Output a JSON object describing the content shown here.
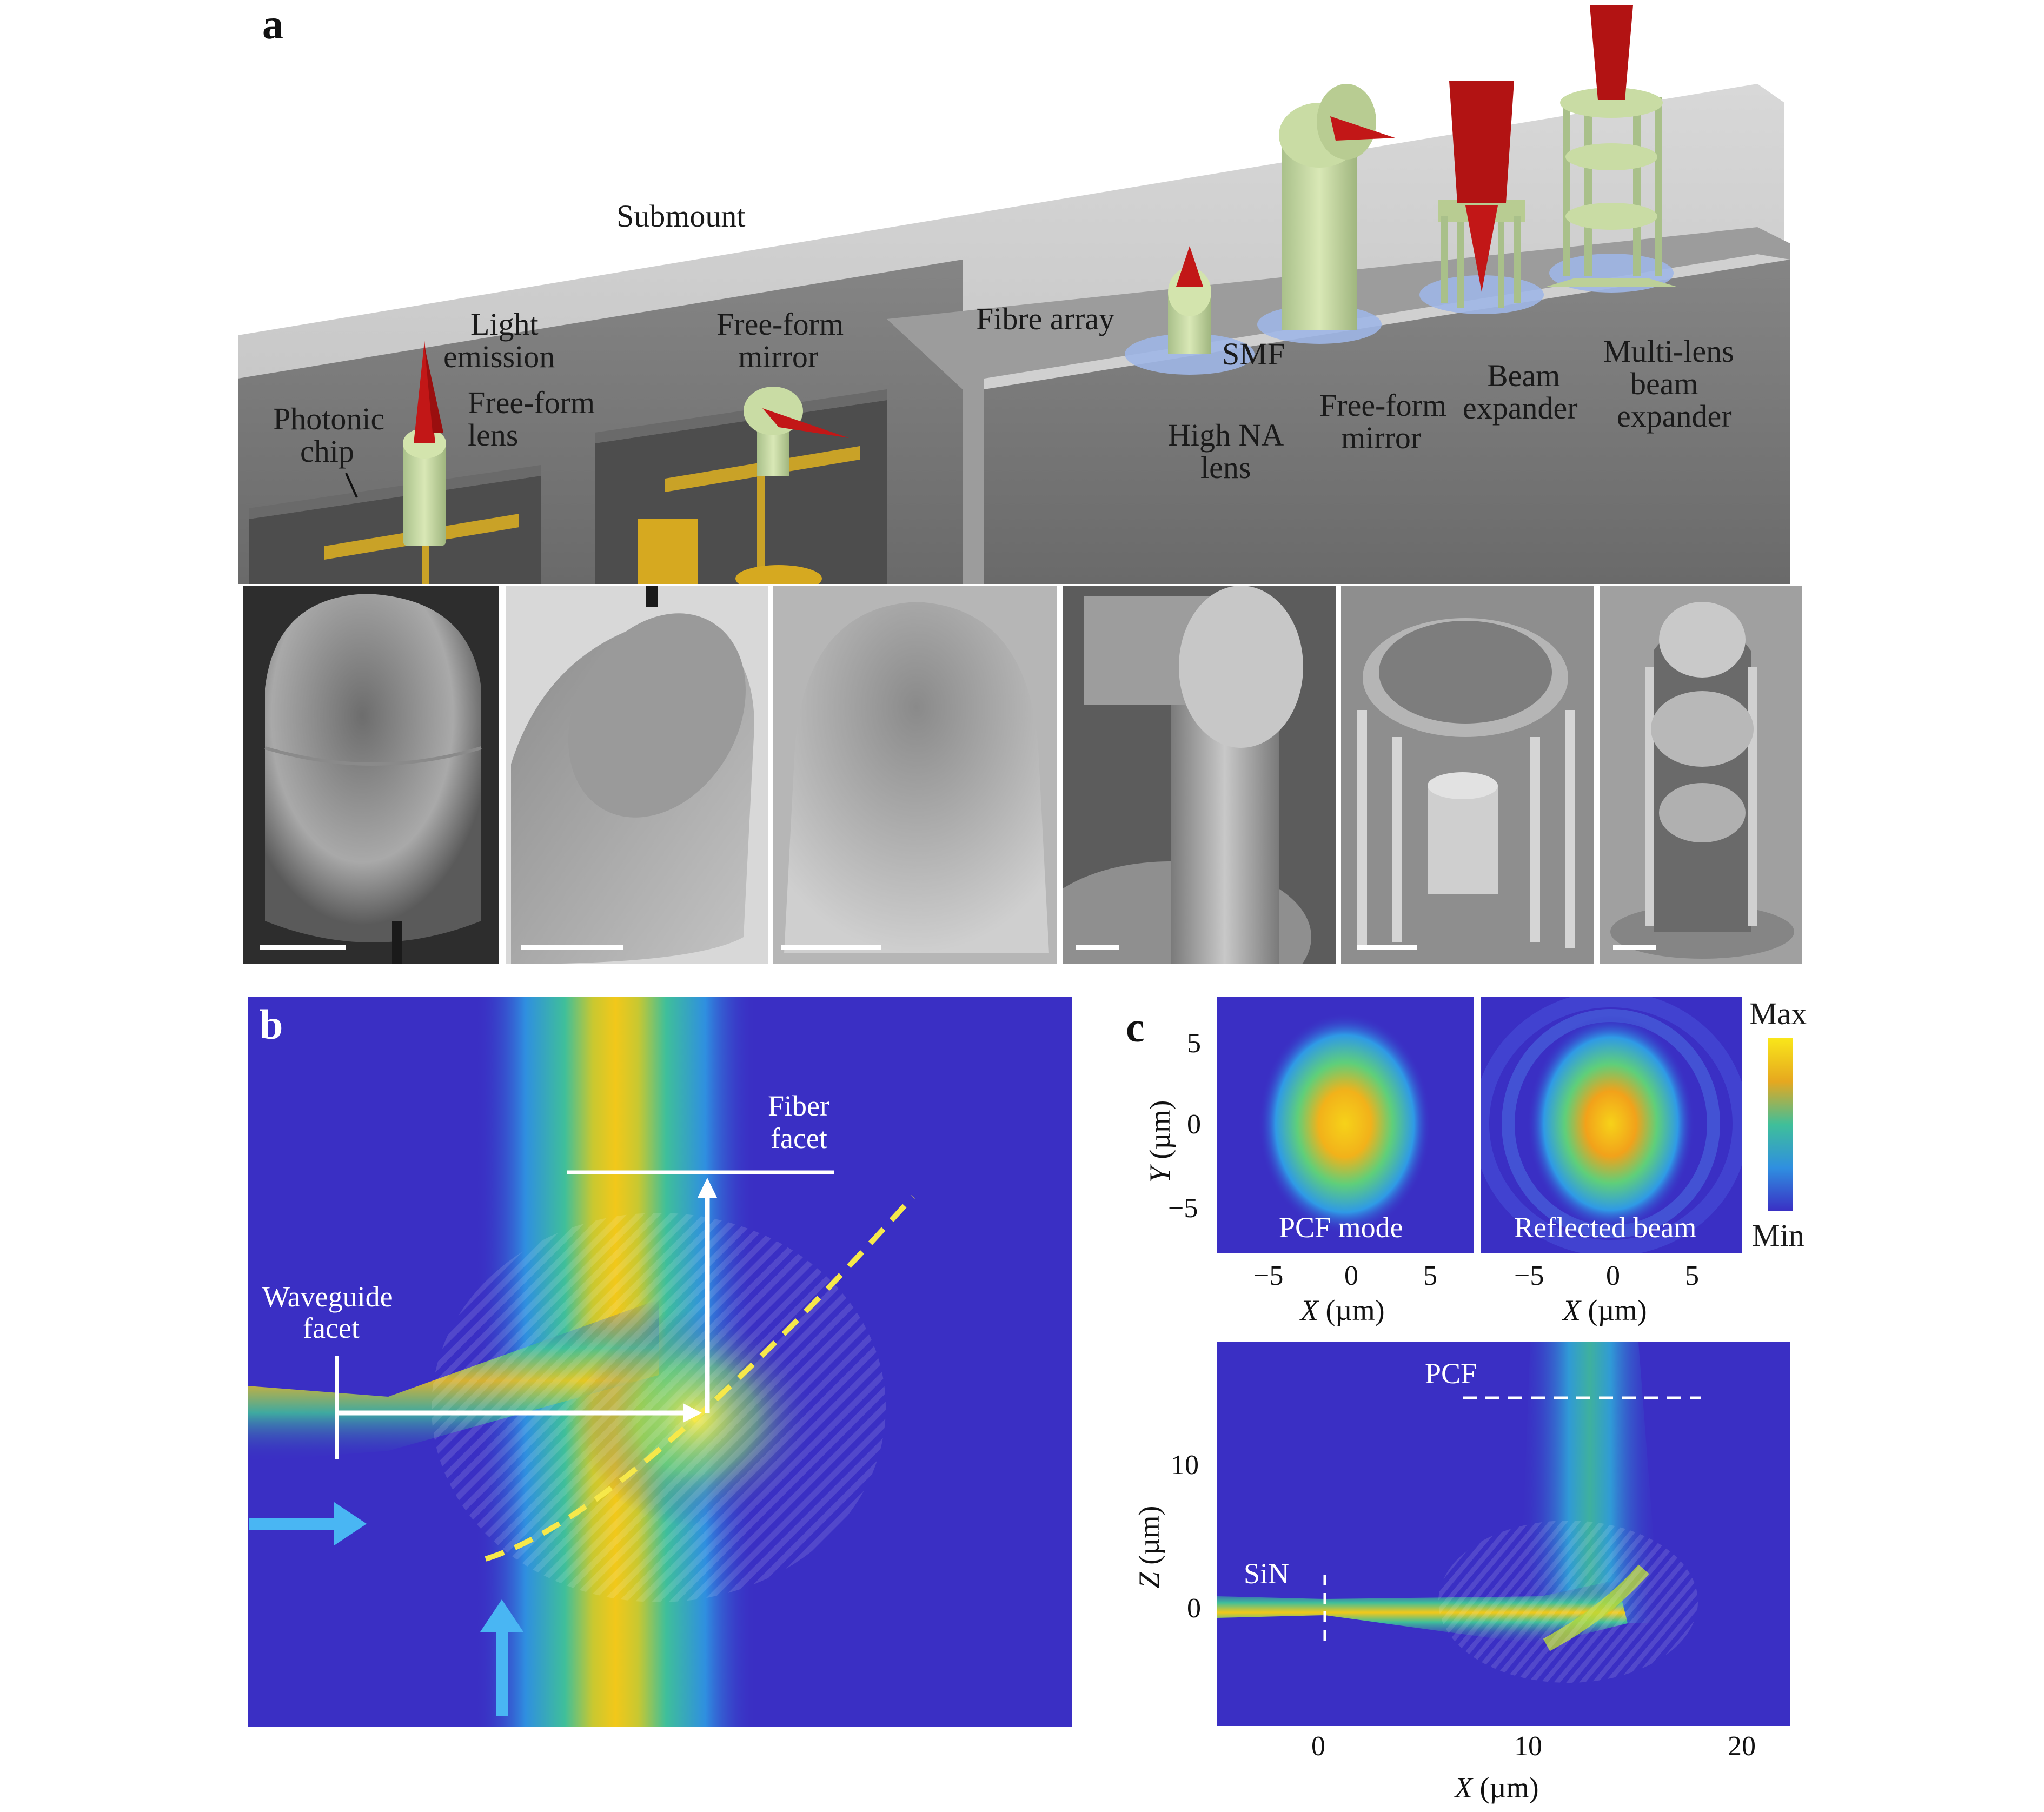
{
  "panel_a": {
    "letter": "a",
    "labels": {
      "submount": "Submount",
      "light_emission_1": "Light",
      "light_emission_2": "emission",
      "free_form_mirror_1": "Free-form",
      "free_form_mirror_2": "mirror",
      "fibre_array": "Fibre array",
      "smf": "SMF",
      "photonic_chip_1": "Photonic",
      "photonic_chip_2": "chip",
      "free_form_lens_1": "Free-form",
      "free_form_lens_2": "lens",
      "high_na_lens_1": "High NA",
      "high_na_lens_2": "lens",
      "free_form_mirror_b_1": "Free-form",
      "free_form_mirror_b_2": "mirror",
      "beam_expander_1": "Beam",
      "beam_expander_2": "expander",
      "multi_lens_1": "Multi-lens",
      "multi_lens_2": "beam",
      "multi_lens_3": "expander"
    },
    "sem_images": [
      "free-form lens",
      "free-form mirror",
      "high NA lens",
      "SMF mirror",
      "beam expander",
      "multi-lens beam expander"
    ]
  },
  "panel_b": {
    "letter": "b",
    "labels": {
      "fiber_1": "Fiber",
      "fiber_2": "facet",
      "waveguide_1": "Waveguide",
      "waveguide_2": "facet"
    }
  },
  "panel_c": {
    "letter": "c",
    "top_left_caption": "PCF mode",
    "top_right_caption": "Reflected beam",
    "colorbar_max": "Max",
    "colorbar_min": "Min",
    "y_label_italic": "Y",
    "y_label_unit": " (µm)",
    "x_label_italic": "X",
    "x_label_unit": " (µm)",
    "z_label_italic": "Z",
    "z_label_unit": " (µm)",
    "top_y_ticks": [
      "5",
      "0",
      "−5"
    ],
    "top_x_ticks": [
      "−5",
      "0",
      "5"
    ],
    "bottom_z_ticks": [
      "10",
      "0"
    ],
    "bottom_x_ticks": [
      "0",
      "10",
      "20"
    ],
    "pcf_label": "PCF",
    "sin_label": "SiN"
  },
  "colors": {
    "field_background": "#3a2fc4",
    "beam_yellow": "#f2c81a",
    "beam_green": "#3fbf9a",
    "arrow_blue": "#49b6f3",
    "lens_green": "#c5d8a0",
    "tip_red": "#c21717"
  }
}
